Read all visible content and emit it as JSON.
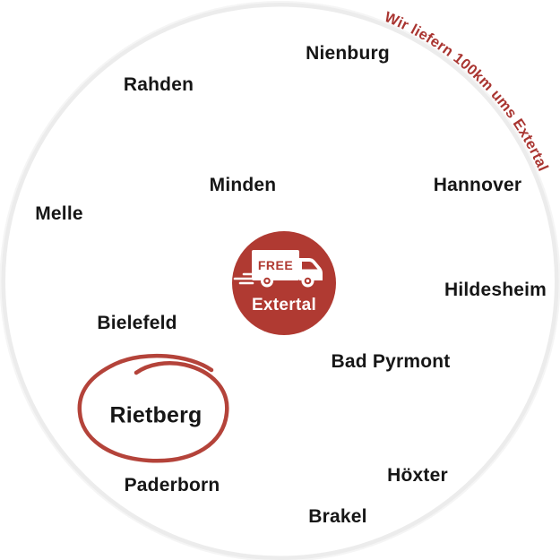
{
  "arc_text": {
    "label": "Wir liefern 100km ums Extertal"
  },
  "badge": {
    "city": "Extertal",
    "free_label": "FREE"
  },
  "highlight": {
    "city": "Rietberg",
    "style": "hand-drawn-red-circle"
  },
  "cities": [
    {
      "name": "Nienburg"
    },
    {
      "name": "Rahden"
    },
    {
      "name": "Minden"
    },
    {
      "name": "Hannover"
    },
    {
      "name": "Melle"
    },
    {
      "name": "Hildesheim"
    },
    {
      "name": "Bielefeld"
    },
    {
      "name": "Bad Pyrmont"
    },
    {
      "name": "Rietberg"
    },
    {
      "name": "Paderborn"
    },
    {
      "name": "Höxter"
    },
    {
      "name": "Brakel"
    }
  ],
  "colors": {
    "accent_red": "#b03a32",
    "arc_text_red": "#a93531",
    "highlight_circle_red": "#b0392f",
    "label_black": "#161616",
    "circle_rim_gray": "#ececec",
    "background": "#ffffff",
    "badge_text": "#ffffff"
  }
}
